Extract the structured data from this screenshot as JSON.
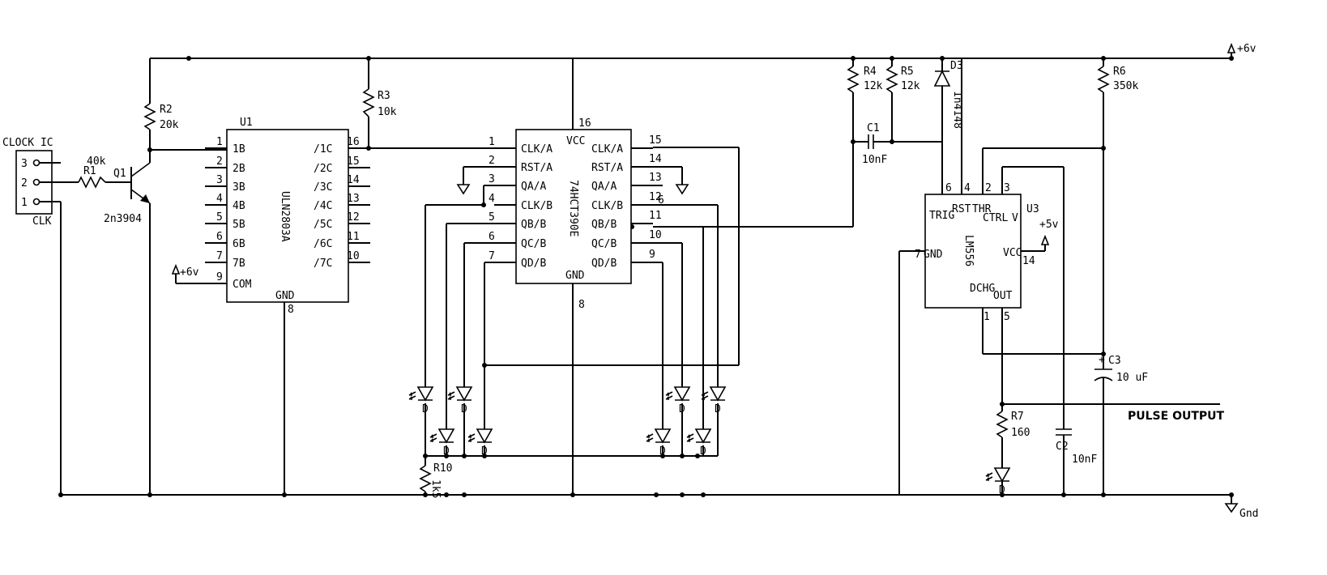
{
  "rails": {
    "vplus": "+6v",
    "gnd": "Gnd"
  },
  "connector": {
    "title": "CLOCK IC",
    "name": "CLK",
    "pins": [
      "3",
      "2",
      "1"
    ]
  },
  "q1": {
    "ref": "Q1",
    "part": "2n3904"
  },
  "resistors": [
    {
      "ref": "R1",
      "value": "40k"
    },
    {
      "ref": "R2",
      "value": "20k"
    },
    {
      "ref": "R3",
      "value": "10k"
    },
    {
      "ref": "R4",
      "value": "12k"
    },
    {
      "ref": "R5",
      "value": "12k"
    },
    {
      "ref": "R6",
      "value": "350k"
    },
    {
      "ref": "R7",
      "value": "160"
    },
    {
      "ref": "R10",
      "value": "1k5"
    }
  ],
  "u1": {
    "ref": "U1",
    "part": "ULN2803A",
    "gnd_label": "GND",
    "gnd_pin": "8",
    "com_label": "COM",
    "com_pin": "9",
    "com_supply": "+6v",
    "in_labels": [
      "1B",
      "2B",
      "3B",
      "4B",
      "5B",
      "6B",
      "7B"
    ],
    "in_pins": [
      "1",
      "2",
      "3",
      "4",
      "5",
      "6",
      "7"
    ],
    "out_labels": [
      "/1C",
      "/2C",
      "/3C",
      "/4C",
      "/5C",
      "/6C",
      "/7C"
    ],
    "out_pins": [
      "16",
      "15",
      "14",
      "13",
      "12",
      "11",
      "10"
    ]
  },
  "u2": {
    "part": "74HCT390E",
    "vcc_label": "VCC",
    "vcc_pin": "16",
    "gnd_label": "GND",
    "gnd_pin": "8",
    "left_labels": [
      "CLK/A",
      "RST/A",
      "QA/A",
      "CLK/B",
      "QB/B",
      "QC/B",
      "QD/B"
    ],
    "left_pins": [
      "1",
      "2",
      "3",
      "4",
      "5",
      "6",
      "7"
    ],
    "right_labels": [
      "CLK/A",
      "RST/A",
      "QA/A",
      "CLK/B",
      "QB/B",
      "QC/B",
      "QD/B"
    ],
    "right_pins": [
      "15",
      "14",
      "13",
      "12",
      "11",
      "10",
      "9"
    ],
    "pin12_overlap": "6"
  },
  "u3": {
    "ref": "U3",
    "part": "LM556",
    "supply": "+5v",
    "pin_labels": {
      "trig": "TRIG",
      "rst": "RST",
      "thr": "THR",
      "ctrl": "CTRL",
      "v": "V",
      "gnd": "GND",
      "vcc": "VCC",
      "dchg": "DCHG",
      "out": "OUT"
    },
    "pins": {
      "trig": "6",
      "rst": "4",
      "thr": "2",
      "ctrl": "3",
      "gnd": "7",
      "vcc": "14",
      "dchg": "1",
      "out": "5"
    }
  },
  "caps": [
    {
      "ref": "C1",
      "value": "10nF"
    },
    {
      "ref": "C2",
      "value": "10nF"
    },
    {
      "ref": "C3",
      "value": "10 uF"
    }
  ],
  "d3": {
    "ref": "D3",
    "part": "1n4148"
  },
  "led_label": "D",
  "pulse_output": "PULSE OUTPUT"
}
